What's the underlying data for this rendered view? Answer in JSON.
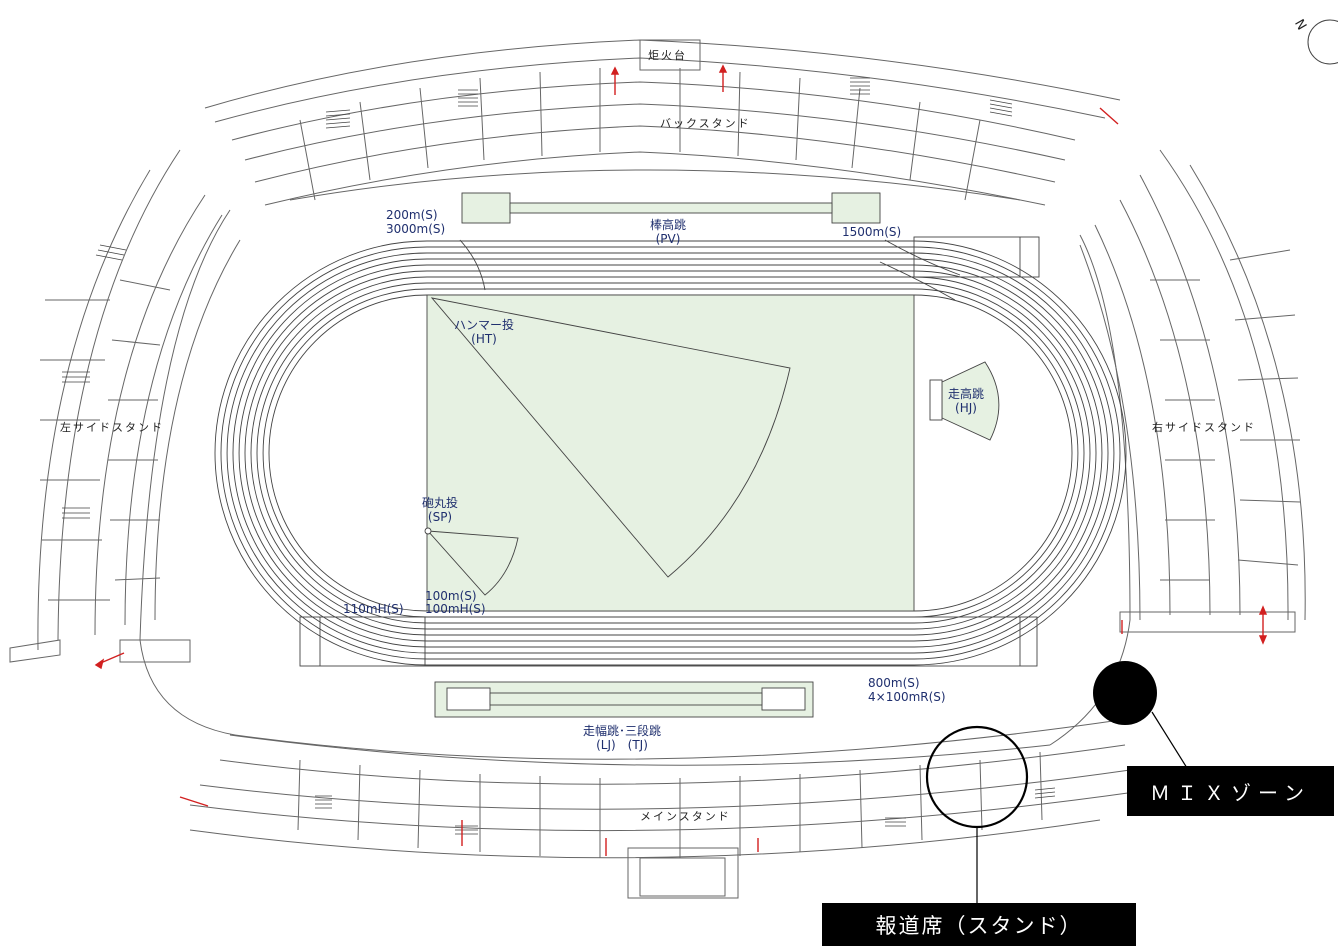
{
  "stands": {
    "back": "バックスタンド",
    "main": "メインスタンド",
    "left": "左サイドスタンド",
    "right": "右サイドスタンド",
    "torch": "炬火台"
  },
  "events": {
    "pv_name": "棒高跳",
    "pv_code": "(PV)",
    "hj_name": "走高跳",
    "hj_code": "(HJ)",
    "ht_name": "ハンマー投",
    "ht_code": "(HT)",
    "sp_name": "砲丸投",
    "sp_code": "(SP)",
    "lj_name": "走幅跳･三段跳",
    "lj_code": "(LJ)　(TJ)"
  },
  "starts": {
    "s200": "200m(S)",
    "s3000": "3000m(S)",
    "s1500": "1500m(S)",
    "s100": "100m(S)",
    "s100h": "100mH(S)",
    "s110h": "110mH(S)",
    "s800": "800m(S)",
    "s4x100": "4×100mR(S)"
  },
  "compass": "N",
  "callouts": {
    "mix_zone": "ＭＩＸゾーン",
    "press_seats": "報道席（スタンド）"
  },
  "colors": {
    "field": "#e6f1e2",
    "line": "#555555",
    "text": "#1f2f6e",
    "arrow": "#d22020",
    "callout_bg": "#000000"
  }
}
